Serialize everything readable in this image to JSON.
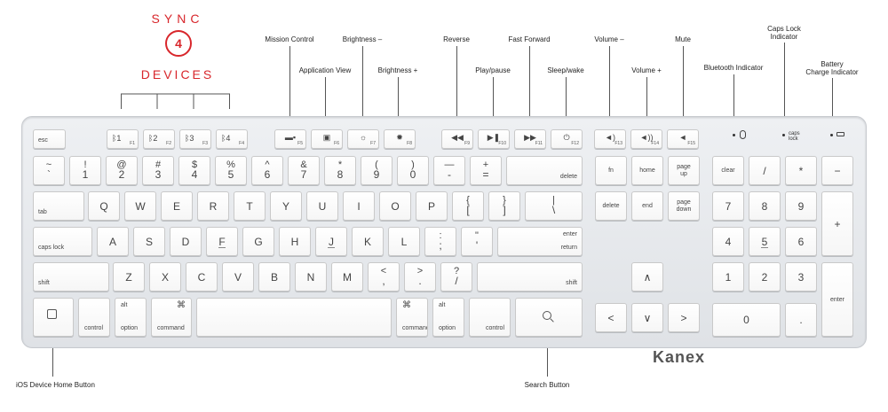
{
  "sync": {
    "title": "SYNC",
    "number": "4",
    "subtitle": "DEVICES"
  },
  "callouts": {
    "mission_control": "Mission Control",
    "application_view": "Application View",
    "brightness_down": "Brightness –",
    "brightness_up": "Brightness +",
    "reverse": "Reverse",
    "play_pause": "Play/pause",
    "fast_forward": "Fast Forward",
    "sleep_wake": "Sleep/wake",
    "volume_down": "Volume –",
    "volume_up": "Volume +",
    "mute": "Mute",
    "bluetooth_indicator": "Bluetooth Indicator",
    "caps_lock_indicator_1": "Caps Lock",
    "caps_lock_indicator_2": "Indicator",
    "battery_indicator_1": "Battery",
    "battery_indicator_2": "Charge Indicator",
    "home_button": "iOS Device Home Button",
    "search_button": "Search Button"
  },
  "indicators": {
    "caps": "caps\nlock"
  },
  "logo": "Kanex",
  "keys": {
    "esc": "esc",
    "bt1": "1",
    "bt2": "2",
    "bt3": "3",
    "bt4": "4",
    "f1": "F1",
    "f2": "F2",
    "f3": "F3",
    "f4": "F4",
    "f5": "F5",
    "f6": "F6",
    "f7": "F7",
    "f8": "F8",
    "f9": "F9",
    "f10": "F10",
    "f11": "F11",
    "f12": "F12",
    "f13": "F13",
    "f14": "F14",
    "f15": "F15",
    "num_row": [
      {
        "top": "~",
        "bot": "`"
      },
      {
        "top": "!",
        "bot": "1"
      },
      {
        "top": "@",
        "bot": "2"
      },
      {
        "top": "#",
        "bot": "3"
      },
      {
        "top": "$",
        "bot": "4"
      },
      {
        "top": "%",
        "bot": "5"
      },
      {
        "top": "^",
        "bot": "6"
      },
      {
        "top": "&",
        "bot": "7"
      },
      {
        "top": "*",
        "bot": "8"
      },
      {
        "top": "(",
        "bot": "9"
      },
      {
        "top": ")",
        "bot": "0"
      },
      {
        "top": "—",
        "bot": "-"
      },
      {
        "top": "+",
        "bot": "="
      }
    ],
    "delete": "delete",
    "tab": "tab",
    "q_row": [
      "Q",
      "W",
      "E",
      "R",
      "T",
      "Y",
      "U",
      "I",
      "O",
      "P"
    ],
    "bracket_l": {
      "top": "{",
      "bot": "["
    },
    "bracket_r": {
      "top": "}",
      "bot": "]"
    },
    "pipe": {
      "top": "|",
      "bot": "\\"
    },
    "caps_lock": "caps lock",
    "a_row": [
      "A",
      "S",
      "D",
      "F",
      "G",
      "H",
      "J",
      "K",
      "L"
    ],
    "semicolon": {
      "top": ":",
      "bot": ";"
    },
    "quote": {
      "top": "\"",
      "bot": "'"
    },
    "enter": "enter",
    "return": "return",
    "shift": "shift",
    "z_row": [
      "Z",
      "X",
      "C",
      "V",
      "B",
      "N",
      "M"
    ],
    "comma": {
      "top": "<",
      "bot": ","
    },
    "period": {
      "top": ">",
      "bot": "."
    },
    "slash": {
      "top": "?",
      "bot": "/"
    },
    "control": "control",
    "alt": "alt",
    "option": "option",
    "cmd_symbol": "⌘",
    "command": "command",
    "fn": "fn",
    "home": "home",
    "page_up": "page\nup",
    "del_fwd": "delete",
    "end": "end",
    "page_down": "page\ndown",
    "arrow_up": "∧",
    "arrow_left": "<",
    "arrow_down": "∨",
    "arrow_right": ">",
    "clear": "clear",
    "np_div": "/",
    "np_mul": "*",
    "np_minus": "−",
    "np_plus": "+",
    "np_enter": "enter",
    "np_0": "0",
    "np_dot": ".",
    "np_7": "7",
    "np_8": "8",
    "np_9": "9",
    "np_4": "4",
    "np_5": "5",
    "np_6": "6",
    "np_1": "1",
    "np_2": "2",
    "np_3": "3"
  }
}
